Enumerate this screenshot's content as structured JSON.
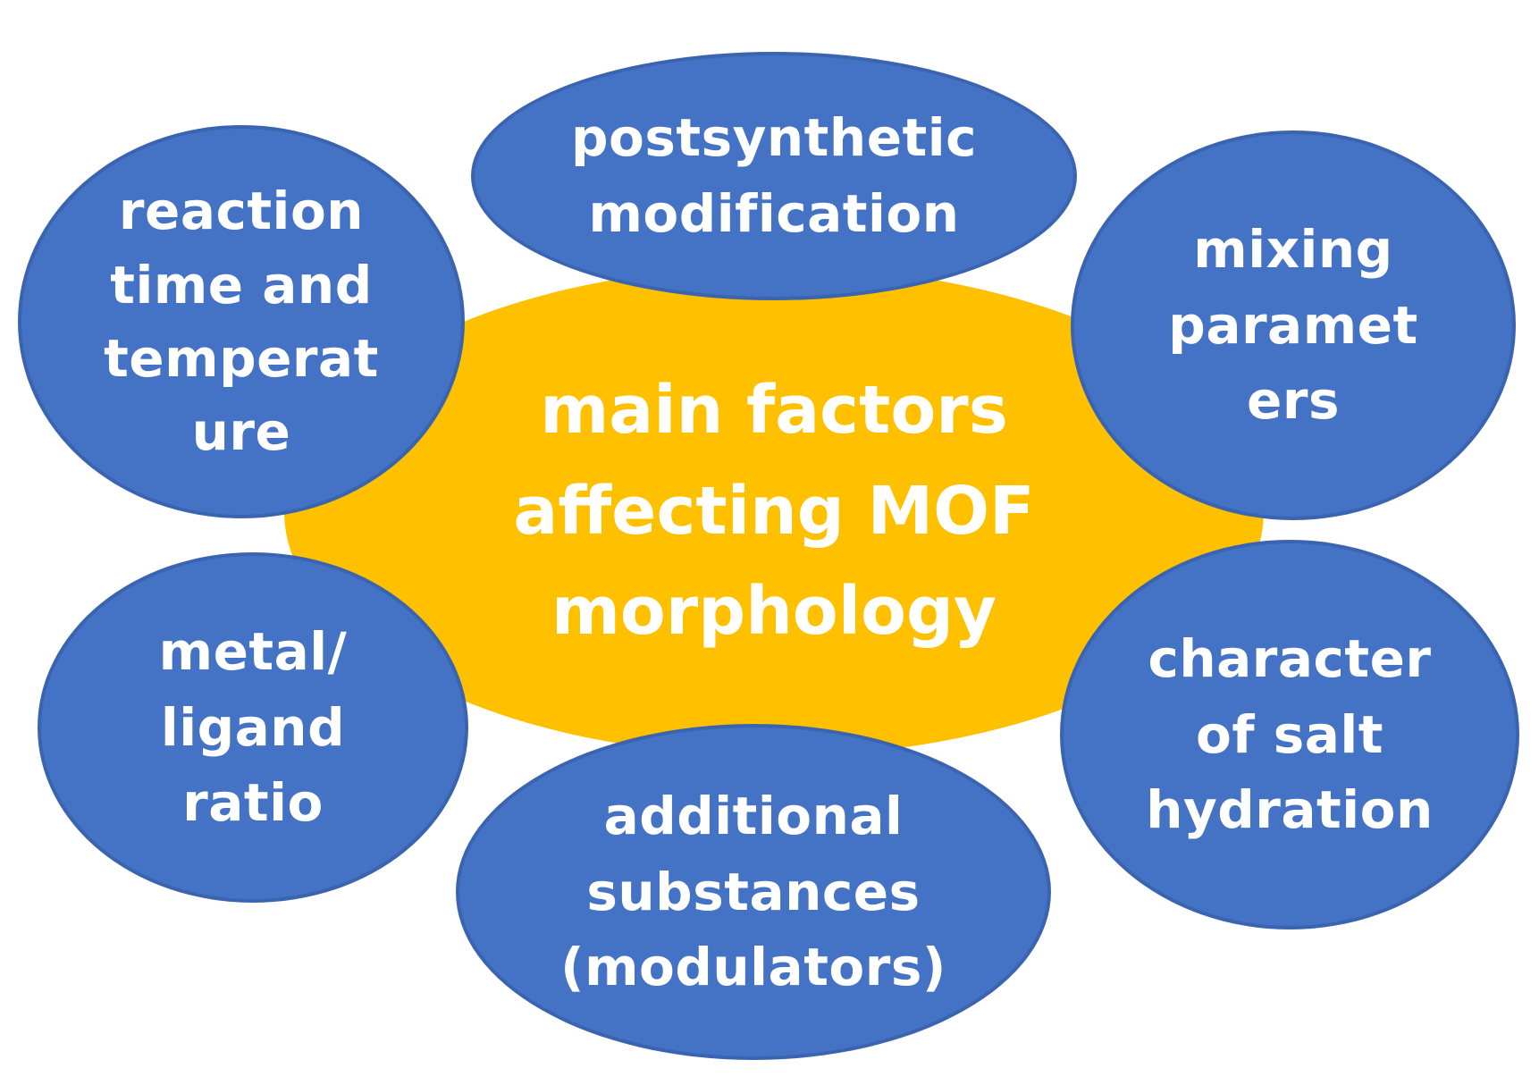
{
  "center": {
    "label": "main factors\naffecting MOF\nmorphology"
  },
  "factors": {
    "top": {
      "label": "postsynthetic\nmodification"
    },
    "top_left": {
      "label": "reaction\ntime and\ntemperat\nure"
    },
    "top_right": {
      "label": "mixing\nparamet\ners"
    },
    "bottom_left": {
      "label": "metal/\nligand\nratio"
    },
    "bottom_right": {
      "label": "character\nof salt\nhydration"
    },
    "bottom": {
      "label": "additional\nsubstances\n(modulators)"
    }
  },
  "colors": {
    "center_fill": "#ffc000",
    "node_fill": "#4472c4",
    "node_border": "#3a64b0",
    "text": "#ffffff"
  }
}
